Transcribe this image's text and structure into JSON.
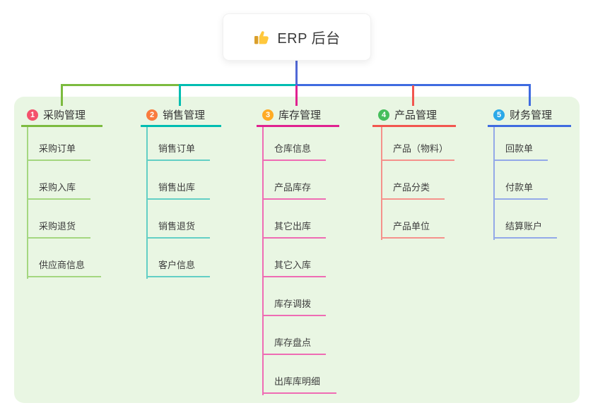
{
  "root": {
    "label": "ERP 后台",
    "icon": "thumbs-up-icon"
  },
  "colors": {
    "page_background": "#ffffff",
    "panel_background": "#e9f6e3",
    "root_connector": "#5168d6",
    "node_text": "#3d3d3d",
    "title_text": "#333333"
  },
  "branches": [
    {
      "index": "1",
      "label": "采购管理",
      "badge_color": "#f4516c",
      "line_color": "#7cbb3f",
      "child_line_color": "#a4d780",
      "children": [
        "采购订单",
        "采购入库",
        "采购退货",
        "供应商信息"
      ]
    },
    {
      "index": "2",
      "label": "销售管理",
      "badge_color": "#f97b3d",
      "line_color": "#00bdb1",
      "child_line_color": "#63cfc5",
      "children": [
        "销售订单",
        "销售出库",
        "销售退货",
        "客户信息"
      ]
    },
    {
      "index": "3",
      "label": "库存管理",
      "badge_color": "#ffab24",
      "line_color": "#e02190",
      "child_line_color": "#ef6cb4",
      "children": [
        "仓库信息",
        "产品库存",
        "其它出库",
        "其它入库",
        "库存调拨",
        "库存盘点",
        "出库库明细"
      ]
    },
    {
      "index": "4",
      "label": "产品管理",
      "badge_color": "#46be5c",
      "line_color": "#f2564f",
      "child_line_color": "#f5928c",
      "children": [
        "产品（物料）",
        "产品分类",
        "产品单位"
      ]
    },
    {
      "index": "5",
      "label": "财务管理",
      "badge_color": "#2ba9e8",
      "line_color": "#3f6be0",
      "child_line_color": "#93a9e8",
      "children": [
        "回款单",
        "付款单",
        "结算账户"
      ]
    }
  ]
}
